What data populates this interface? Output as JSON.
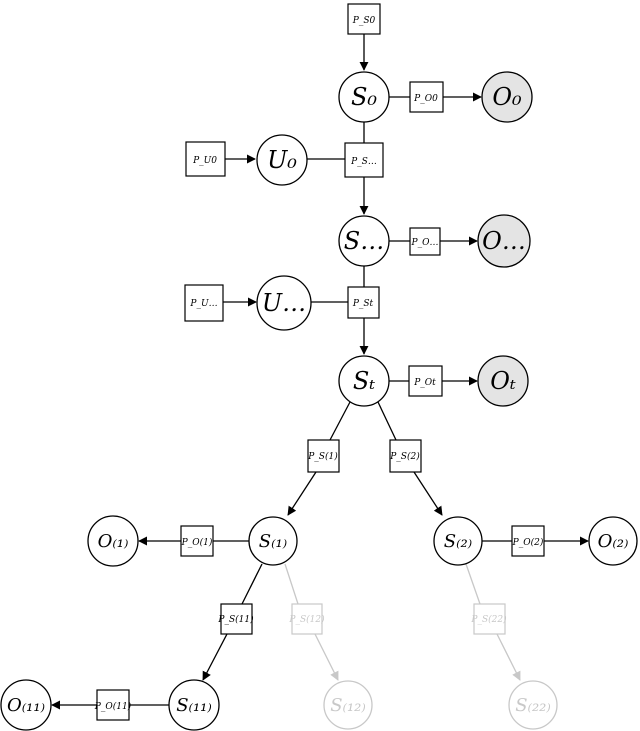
{
  "diagram": {
    "nodes": {
      "S0": "S₀",
      "O0": "O₀",
      "U0": "U₀",
      "Sdots": "S…",
      "Odots": "O…",
      "Udots": "U…",
      "St": "Sₜ",
      "Ot": "Oₜ",
      "S1": "S₍₁₎",
      "O1": "O₍₁₎",
      "S2": "S₍₂₎",
      "O2": "O₍₂₎",
      "S11": "S₍₁₁₎",
      "O11": "O₍₁₁₎",
      "S12": "S₍₁₂₎",
      "S22": "S₍₂₂₎"
    },
    "factors": {
      "PS0": "P_S0",
      "PO0": "P_O0",
      "PU0": "P_U0",
      "PSdots": "P_S…",
      "POdots": "P_O…",
      "PUdots": "P_U…",
      "PSt": "P_St",
      "POt": "P_Ot",
      "PS1": "P_S(1)",
      "PS2": "P_S(2)",
      "PO1": "P_O(1)",
      "PO2": "P_O(2)",
      "PS11": "P_S(11)",
      "PS12": "P_S(12)",
      "PS22": "P_S(22)",
      "PO11": "P_O(11)"
    },
    "colors": {
      "observed_fill": "#e4e4e4",
      "faded": "#c8c8c8",
      "stroke": "#000000"
    }
  }
}
